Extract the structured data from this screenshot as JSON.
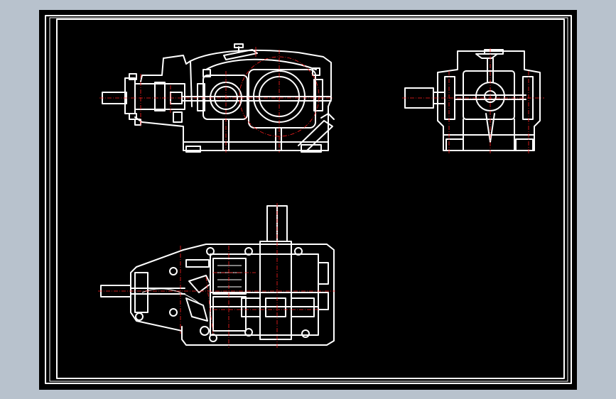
{
  "canvas": {
    "background": "#b8c2cd",
    "sheet_color": "#000000",
    "line_color": "#ffffff",
    "centerline_color": "#ff2020"
  },
  "views": [
    {
      "name": "front-view"
    },
    {
      "name": "side-view"
    },
    {
      "name": "top-view"
    }
  ]
}
